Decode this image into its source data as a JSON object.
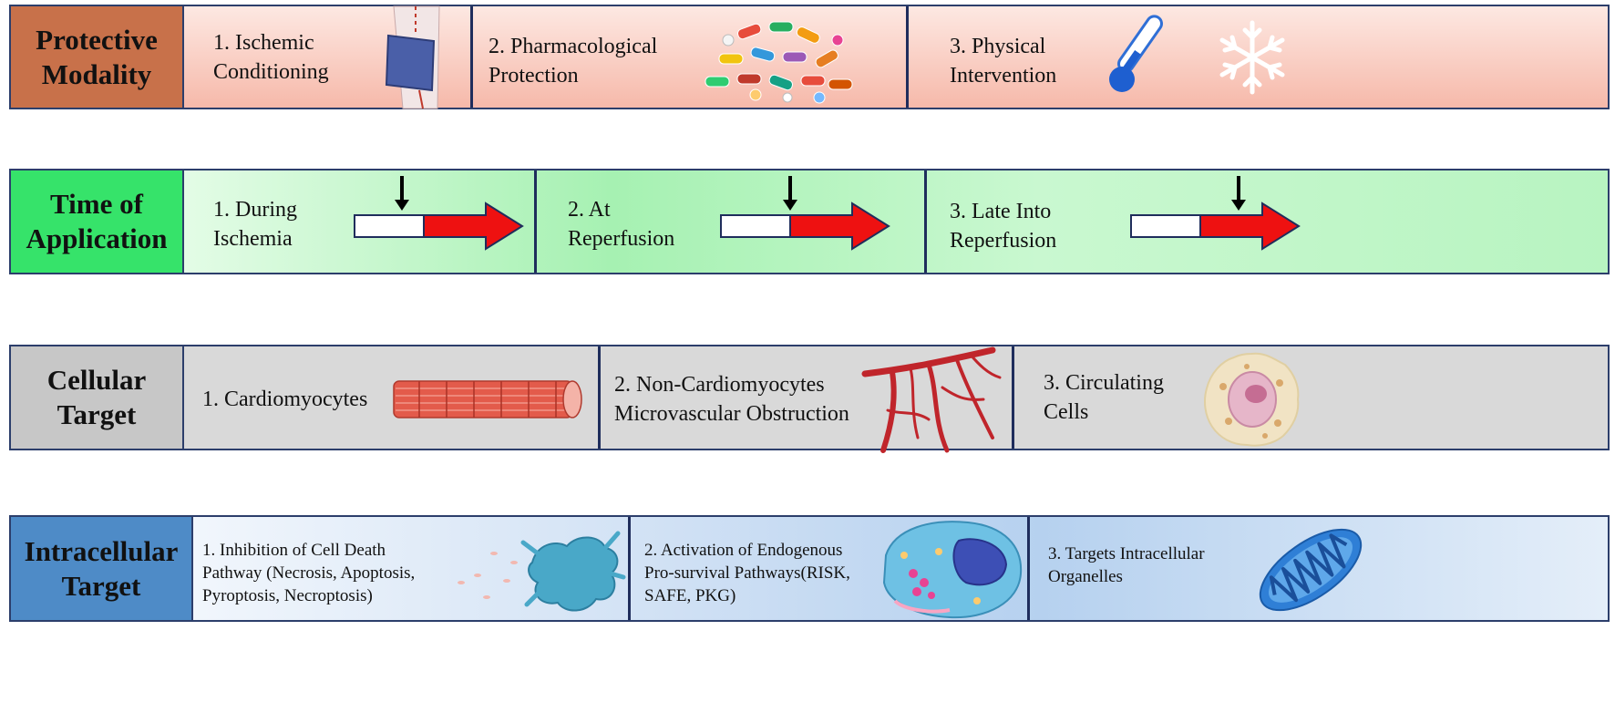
{
  "rows": [
    {
      "label": [
        "Protective",
        "Modality"
      ],
      "colors": {
        "label_bg": "#c8714a",
        "band_from": "#fde8e2",
        "band_to": "#f6b9aa"
      },
      "items": [
        {
          "lines": [
            "1. Ischemic",
            "Conditioning"
          ],
          "icon": "blood-pressure-cuff-icon"
        },
        {
          "lines": [
            "2. Pharmacological",
            "Protection"
          ],
          "icon": "pills-icon"
        },
        {
          "lines": [
            "3. Physical",
            "Intervention"
          ],
          "icon": "thermometer-snowflake-icon"
        }
      ]
    },
    {
      "label": [
        "Time of",
        "Application"
      ],
      "colors": {
        "label_bg": "#36e36a",
        "band_from": "#d7fbdc",
        "band_to": "#a6f1b2"
      },
      "items": [
        {
          "lines": [
            "1. During",
            "Ischemia"
          ],
          "icon": "timeline-arrow-icon"
        },
        {
          "lines": [
            "2. At",
            "Reperfusion"
          ],
          "icon": "timeline-arrow-icon"
        },
        {
          "lines": [
            "3. Late Into",
            "Reperfusion"
          ],
          "icon": "timeline-arrow-icon"
        }
      ]
    },
    {
      "label": [
        "Cellular",
        "Target"
      ],
      "colors": {
        "label_bg": "#c7c7c7",
        "band_from": "#d9d9d9",
        "band_to": "#d9d9d9"
      },
      "items": [
        {
          "lines": [
            "1. Cardiomyocytes"
          ],
          "icon": "muscle-fiber-icon"
        },
        {
          "lines": [
            "2. Non-Cardiomyocytes",
            "Microvascular Obstruction"
          ],
          "icon": "blood-vessel-icon"
        },
        {
          "lines": [
            "3. Circulating",
            "Cells"
          ],
          "icon": "leukocyte-icon"
        }
      ]
    },
    {
      "label": [
        "Intracellular",
        "Target"
      ],
      "colors": {
        "label_bg": "#4e8bc7",
        "band_from": "#eef4fb",
        "band_to": "#b8d3ef"
      },
      "items": [
        {
          "lines": [
            "1. Inhibition of Cell Death",
            "Pathway (Necrosis, Apoptosis,",
            "Pyroptosis, Necroptosis)"
          ],
          "icon": "dying-cell-icon"
        },
        {
          "lines": [
            "2. Activation of Endogenous",
            "Pro-survival Pathways(RISK,",
            "SAFE, PKG)"
          ],
          "icon": "cell-cross-section-icon"
        },
        {
          "lines": [
            "3. Targets Intracellular",
            "Organelles"
          ],
          "icon": "mitochondrion-icon"
        }
      ]
    }
  ]
}
